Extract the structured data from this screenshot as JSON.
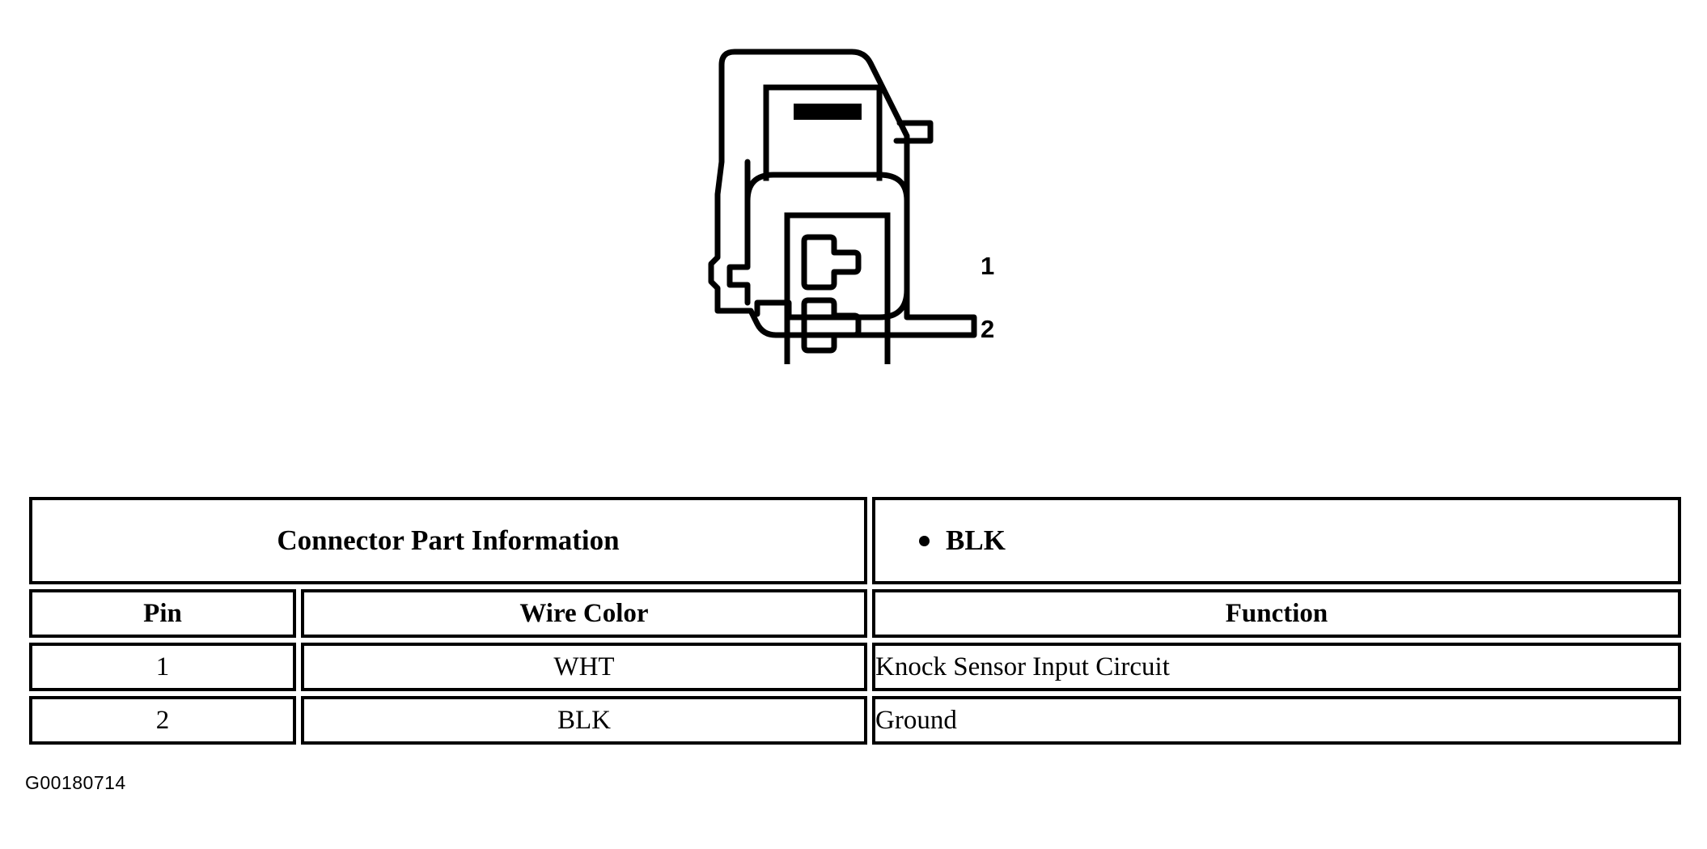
{
  "figure": {
    "caption": "G00180714",
    "pin_labels": [
      "1",
      "2"
    ],
    "connector_description": "two-cavity automotive connector face view"
  },
  "table": {
    "title_cell": "Connector Part Information",
    "part_color_bullet": "BLK",
    "headers": {
      "pin": "Pin",
      "wire_color": "Wire Color",
      "function": "Function"
    },
    "rows": [
      {
        "pin": "1",
        "wire_color": "WHT",
        "function": "Knock Sensor Input Circuit"
      },
      {
        "pin": "2",
        "wire_color": "BLK",
        "function": "Ground"
      }
    ]
  },
  "colors": {
    "ink": "#000000",
    "paper": "#ffffff"
  }
}
